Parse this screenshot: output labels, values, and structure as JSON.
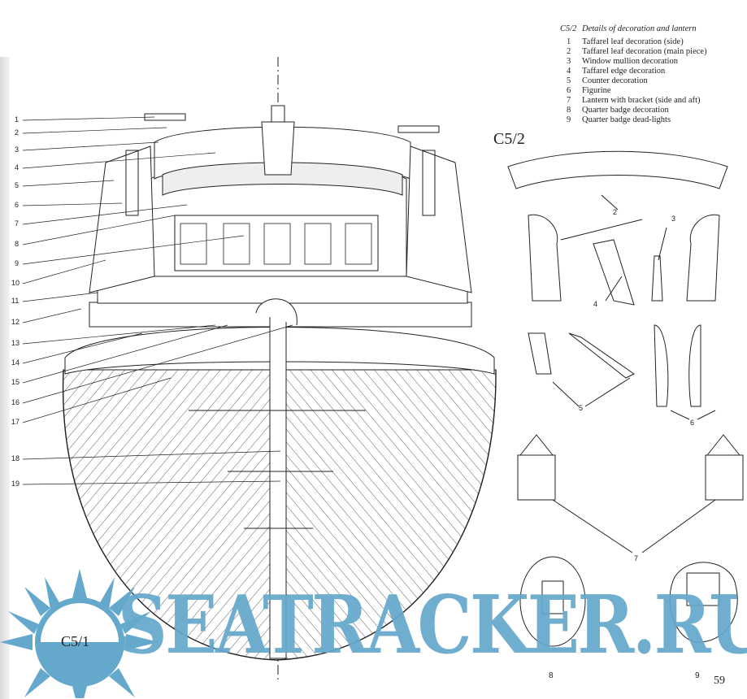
{
  "caption": {
    "id": "C5/2",
    "title": "Details of decoration and lantern",
    "items": [
      {
        "n": "1",
        "label": "Taffarel leaf decoration (side)"
      },
      {
        "n": "2",
        "label": "Taffarel leaf decoration (main piece)"
      },
      {
        "n": "3",
        "label": "Window mullion decoration"
      },
      {
        "n": "4",
        "label": "Taffarel edge decoration"
      },
      {
        "n": "5",
        "label": "Counter decoration"
      },
      {
        "n": "6",
        "label": "Figurine"
      },
      {
        "n": "7",
        "label": "Lantern with bracket (side and aft)"
      },
      {
        "n": "8",
        "label": "Quarter badge decoration"
      },
      {
        "n": "9",
        "label": "Quarter badge dead-lights"
      }
    ]
  },
  "figures": {
    "detail_label": "C5/2",
    "main_label": "C5/1"
  },
  "main_callouts": [
    "1",
    "2",
    "3",
    "4",
    "5",
    "6",
    "7",
    "8",
    "9",
    "10",
    "11",
    "12",
    "13",
    "14",
    "15",
    "16",
    "17",
    "18",
    "19"
  ],
  "detail_callouts": [
    "2",
    "3",
    "4",
    "5",
    "6",
    "7",
    "8",
    "9"
  ],
  "watermark": "SEATRACKER.RU",
  "page_number": "59",
  "colors": {
    "watermark": "#64a8cc",
    "ink": "#222222"
  }
}
